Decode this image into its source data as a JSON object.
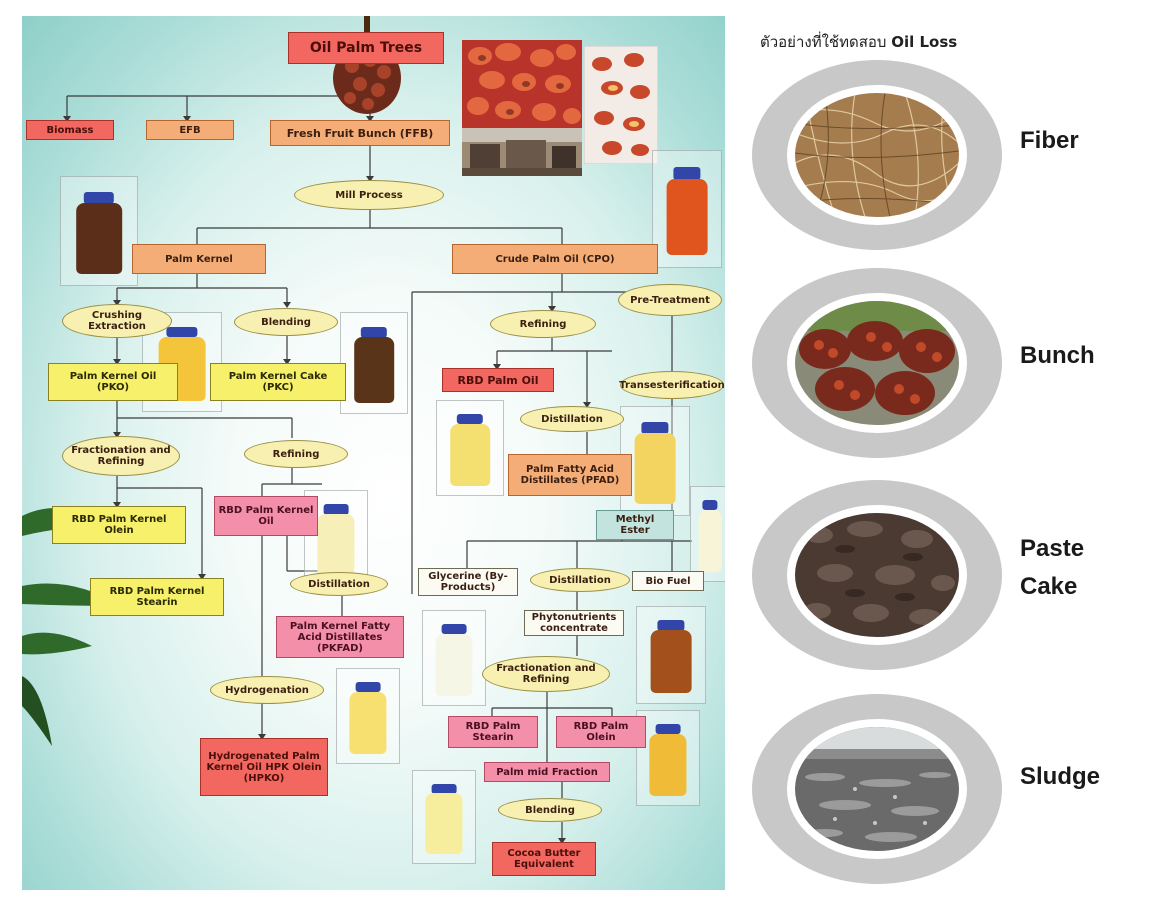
{
  "poster": {
    "nodes": {
      "oil_palm_trees": "Oil Palm Trees",
      "biomass": "Biomass",
      "efb": "EFB",
      "ffb": "Fresh Fruit Bunch (FFB)",
      "mill_process": "Mill Process",
      "palm_kernel": "Palm Kernel",
      "cpo": "Crude Palm Oil (CPO)",
      "crushing": "Crushing Extraction",
      "blending_1": "Blending",
      "refining_1": "Refining",
      "pre_treatment": "Pre-Treatment",
      "pko": "Palm Kernel Oil (PKO)",
      "pkc": "Palm Kernel Cake (PKC)",
      "rbd_palm_oil": "RBD Palm Oil",
      "transesterification": "Transesterification",
      "fractionation_1": "Fractionation and Refining",
      "refining_2": "Refining",
      "distillation_1": "Distillation",
      "pfad": "Palm Fatty Acid Distillates (PFAD)",
      "rbd_pk_olein": "RBD Palm Kernel Olein",
      "rbd_pk_oil": "RBD Palm Kernel Oil",
      "methyl_ester": "Methyl Ester",
      "rbd_pk_stearin": "RBD Palm Kernel Stearin",
      "distillation_2": "Distillation",
      "glycerine": "Glycerine (By-Products)",
      "distillation_3": "Distillation",
      "bio_fuel": "Bio Fuel",
      "pkfad": "Palm Kernel Fatty Acid Distillates (PKFAD)",
      "phytonutrients": "Phytonutrients concentrate",
      "hydrogenation": "Hydrogenation",
      "fractionation_2": "Fractionation and Refining",
      "hpko": "Hydrogenated Palm Kernel Oil HPK Olein (HPKO)",
      "rbd_stearin": "RBD Palm Stearin",
      "rbd_olein": "RBD Palm Olein",
      "palm_mid_fraction": "Palm mid Fraction",
      "blending_2": "Blending",
      "cbe": "Cocoa Butter Equivalent"
    }
  },
  "panel": {
    "title_thai": "ตัวอย่างที่ใช้ทดสอบ",
    "title_en": "Oil Loss",
    "samples": [
      {
        "label_1": "Fiber",
        "label_2": ""
      },
      {
        "label_1": "Bunch",
        "label_2": ""
      },
      {
        "label_1": "Paste",
        "label_2": "Cake"
      },
      {
        "label_1": "Sludge",
        "label_2": ""
      }
    ]
  }
}
